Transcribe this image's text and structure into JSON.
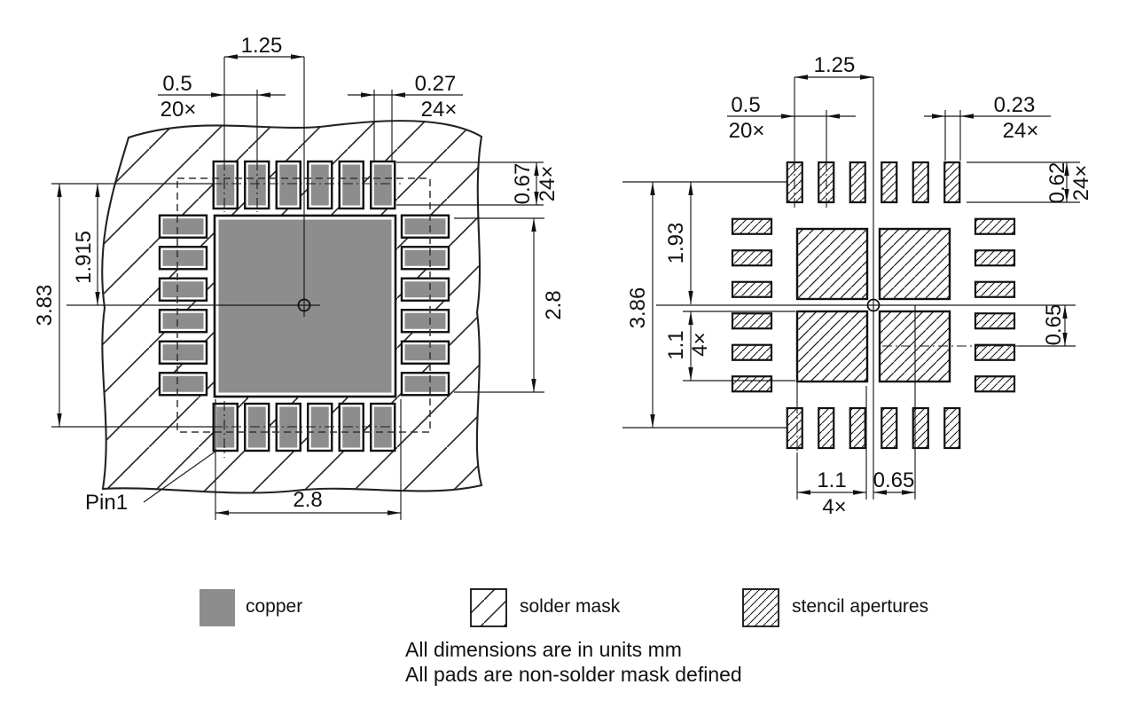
{
  "drawing": {
    "left_view": {
      "pin1_label": "Pin1",
      "dims": {
        "row_center_offset": "1.25",
        "pad_pitch": "0.5",
        "pad_pitch_count": "20×",
        "pad_width": "0.27",
        "pad_width_count": "24×",
        "pad_length": "0.67",
        "pad_length_count": "24×",
        "center_to_row": "1.915",
        "overall_height": "3.83",
        "center_pad_height": "2.8",
        "center_pad_width": "2.8"
      }
    },
    "right_view": {
      "dims": {
        "row_center_offset": "1.25",
        "aperture_pitch": "0.5",
        "aperture_pitch_count": "20×",
        "aperture_width": "0.23",
        "aperture_width_count": "24×",
        "aperture_length": "0.62",
        "aperture_length_count": "24×",
        "center_to_row": "1.93",
        "overall_height": "3.86",
        "center_aperture_height": "1.1",
        "center_aperture_height_count": "4×",
        "center_offset_right": "0.65",
        "center_aperture_width": "1.1",
        "center_aperture_width_count": "4×",
        "center_offset_bottom": "0.65"
      }
    },
    "legend": {
      "items": [
        {
          "label": "copper"
        },
        {
          "label": "solder mask"
        },
        {
          "label": "stencil apertures"
        }
      ]
    },
    "notes": {
      "line1": "All dimensions are in units mm",
      "line2": "All pads are non-solder mask defined"
    },
    "colors": {
      "copper": "#8d8d8d",
      "line": "#1a1a1a"
    }
  }
}
